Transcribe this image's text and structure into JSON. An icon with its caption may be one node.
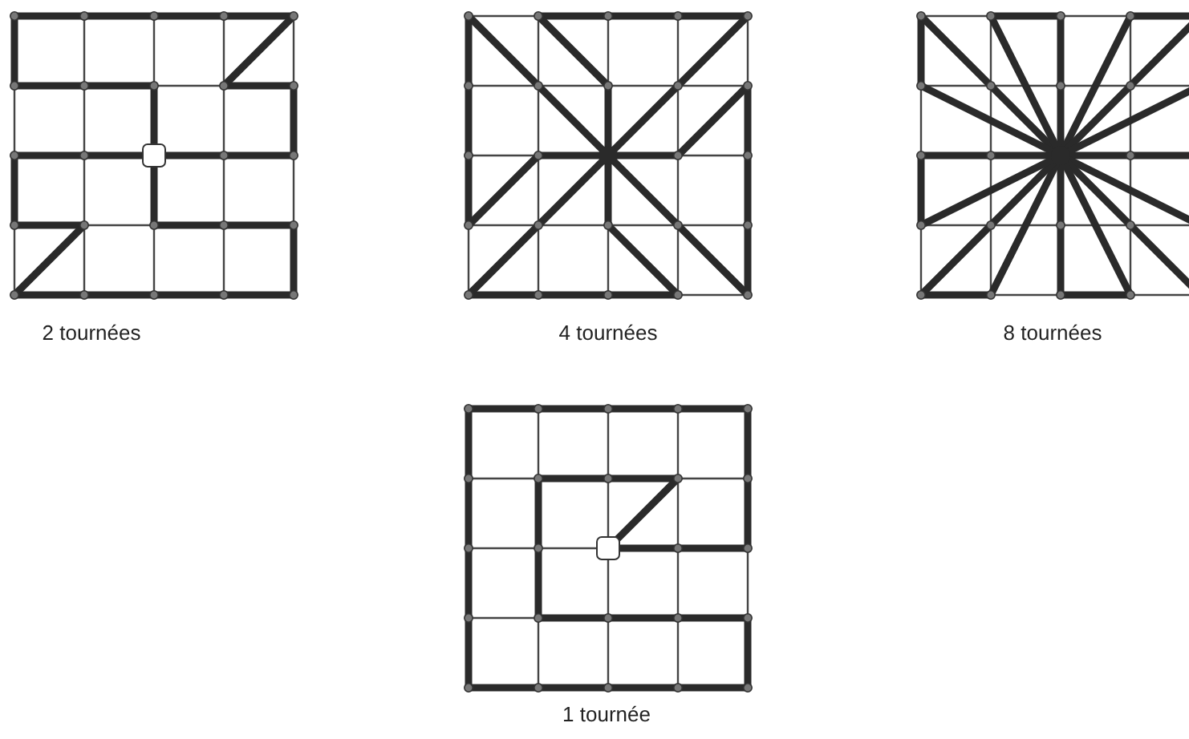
{
  "diagram": {
    "labels": [
      "2 tournées",
      "4 tournées",
      "8 tournées",
      "1 tournée"
    ]
  }
}
